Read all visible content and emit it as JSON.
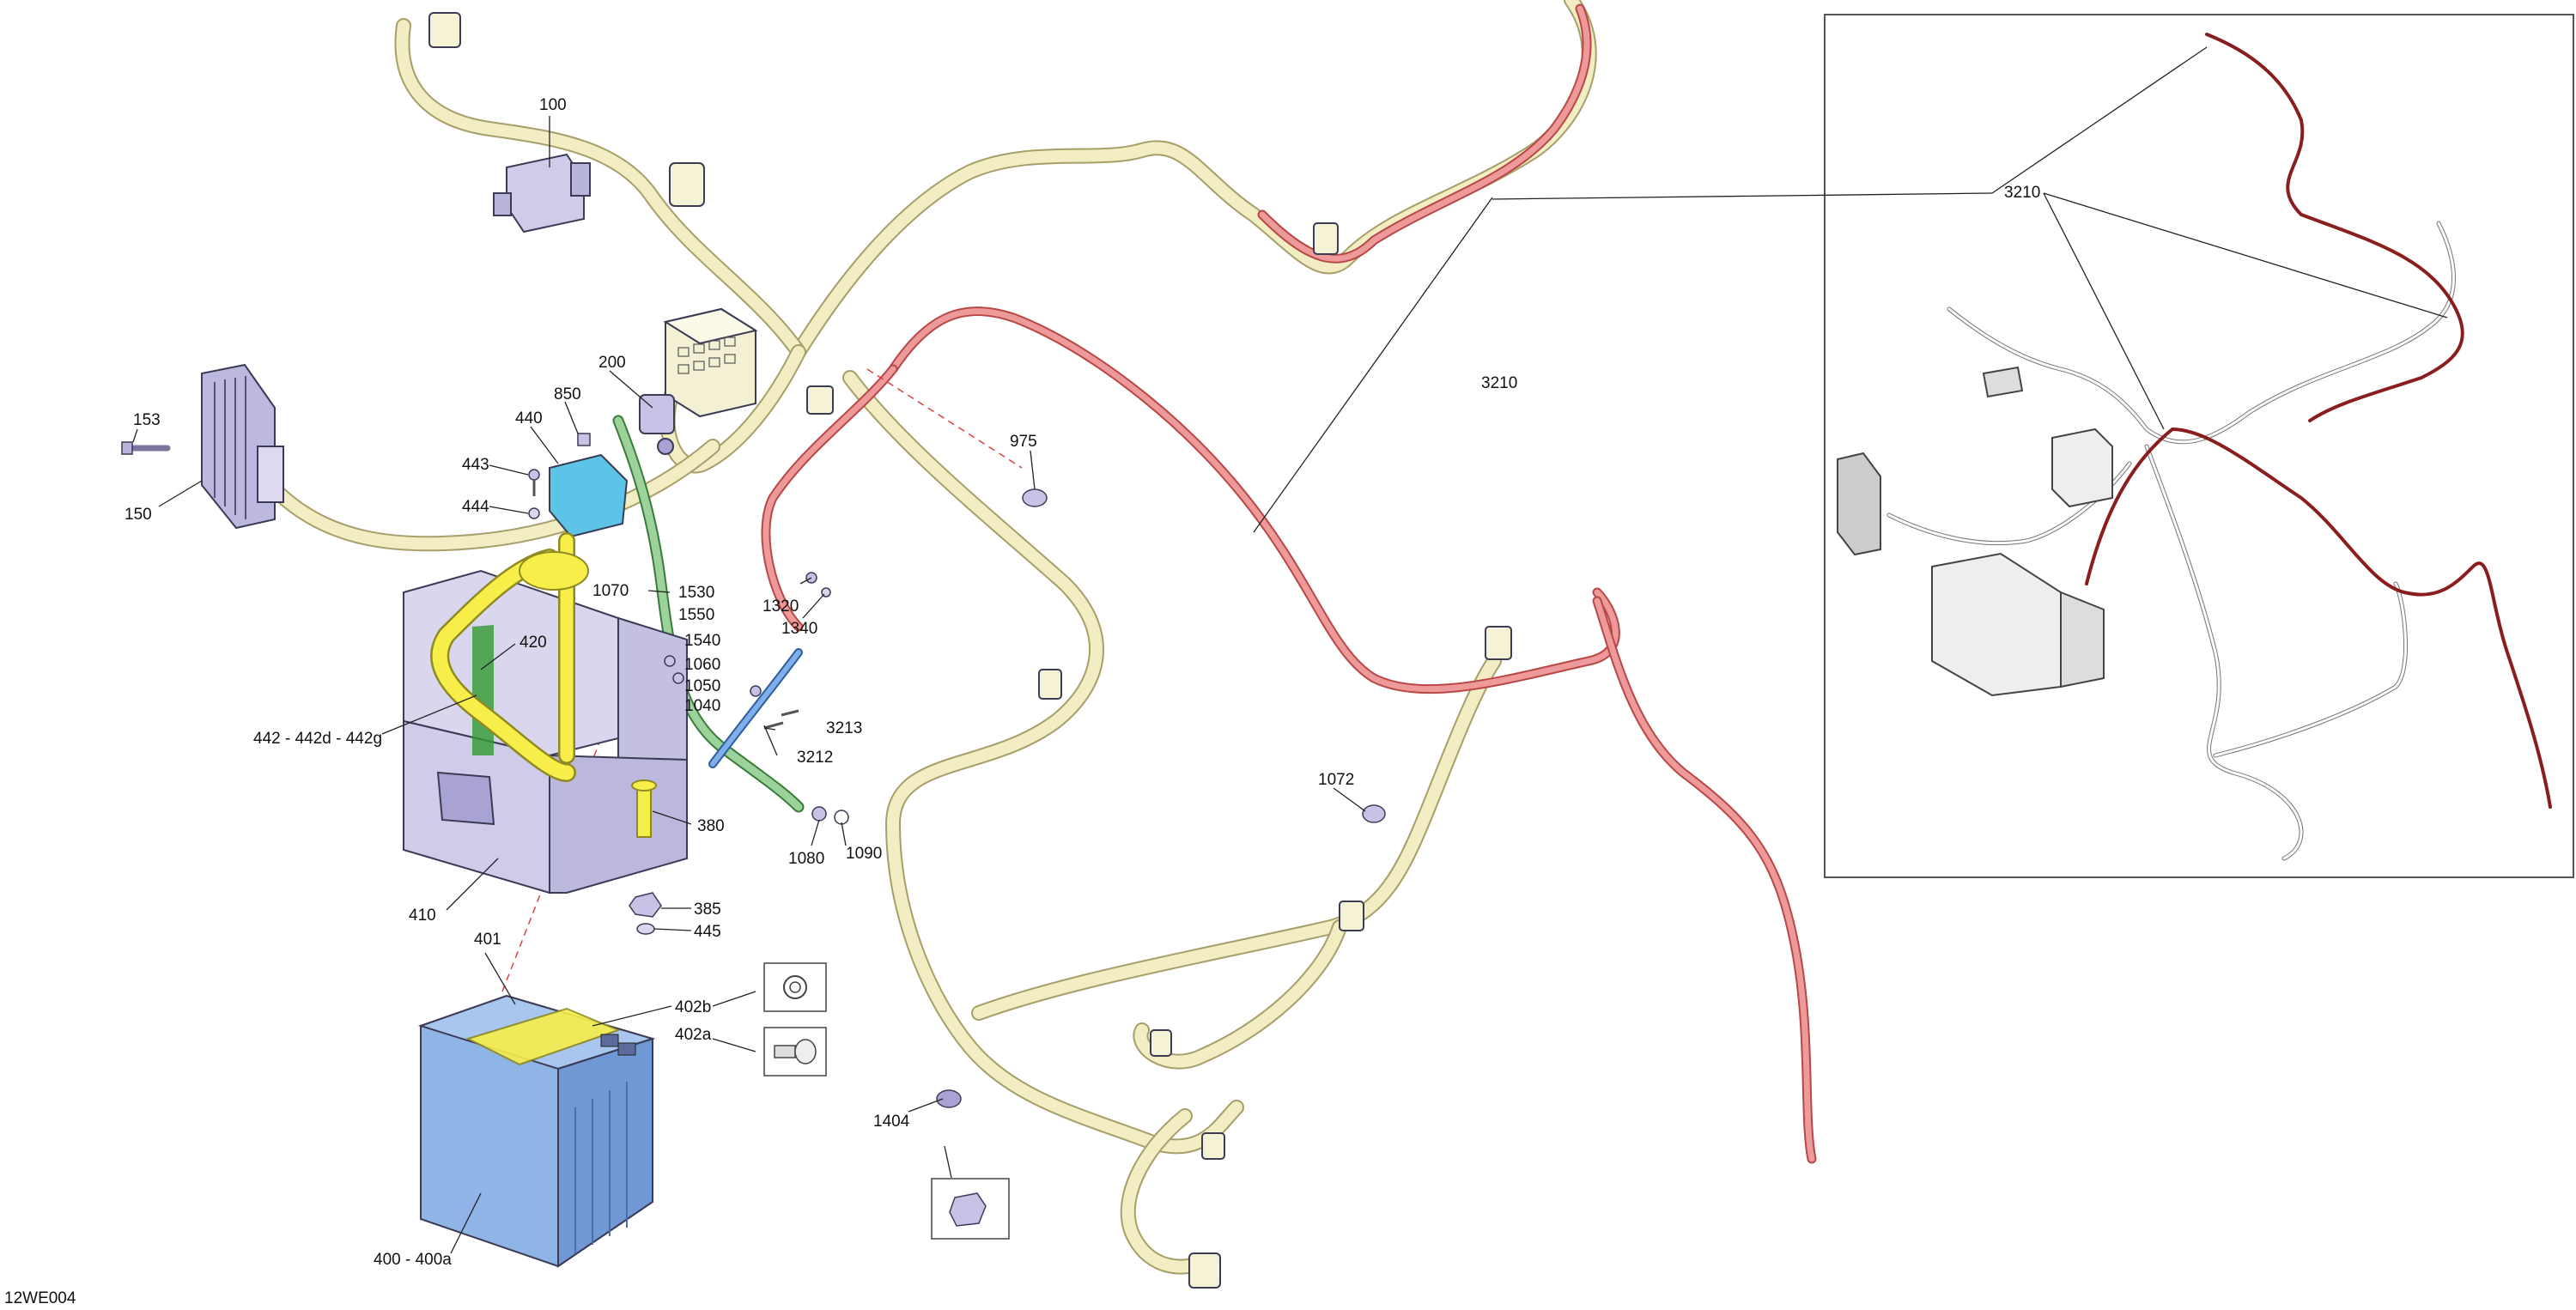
{
  "doc_code": "12WE004",
  "labels": {
    "l100": "100",
    "l153": "153",
    "l150": "150",
    "l200": "200",
    "l850": "850",
    "l440": "440",
    "l443": "443",
    "l444": "444",
    "l420": "420",
    "l442": "442 - 442d - 442g",
    "l410": "410",
    "l380": "380",
    "l385": "385",
    "l445": "445",
    "l401": "401",
    "l402b": "402b",
    "l402a": "402a",
    "l400": "400 - 400a",
    "l1070": "1070",
    "l1530": "1530",
    "l1550": "1550",
    "l1540": "1540",
    "l1060": "1060",
    "l1050": "1050",
    "l1040": "1040",
    "l1320": "1320",
    "l1340": "1340",
    "l3213": "3213",
    "l3212": "3212",
    "l1080": "1080",
    "l1090": "1090",
    "l975": "975",
    "l3210a": "3210",
    "l3210b": "3210",
    "l1072": "1072",
    "l1404": "1404"
  },
  "colors": {
    "harness": "#f2edc2",
    "positive_cable": "#ee9a9a",
    "battery": "#8fb4e6",
    "battery_tray": "#d9d6ee",
    "battery_strap": "#f7ee4a",
    "ground_cable": "#9bd39b",
    "relay_bracket": "#5cc4e6"
  },
  "icons": {
    "star_washer": "star-washer-icon",
    "screw": "screw-icon",
    "grommet": "grommet-icon"
  }
}
